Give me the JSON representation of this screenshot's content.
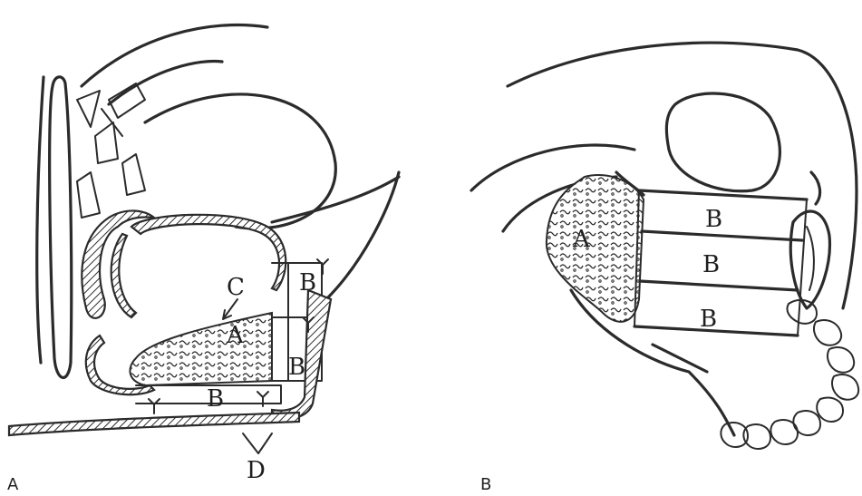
{
  "panels": {
    "left": {
      "panel_label": "A",
      "labels": {
        "c": "C",
        "a": "A",
        "b_top": "B",
        "b_right": "B",
        "b_bottom": "B",
        "d": "D"
      }
    },
    "right": {
      "panel_label": "B",
      "labels": {
        "a": "A",
        "b1": "B",
        "b2": "B",
        "b3": "B"
      }
    }
  },
  "colors": {
    "ink": "#2b2b2b",
    "background": "#ffffff"
  }
}
